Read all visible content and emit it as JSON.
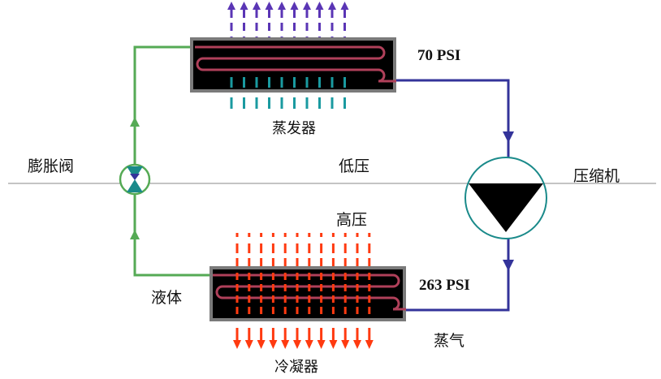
{
  "labels": {
    "expansion_valve": "膨胀阀",
    "low_pressure": "低压",
    "compressor": "压缩机",
    "high_pressure": "高压",
    "liquid": "液体",
    "vapor": "蒸气",
    "evaporator": "蒸发器",
    "condenser": "冷凝器",
    "evaporator_pressure": "70 PSI",
    "condenser_pressure": "263 PSI"
  },
  "colors": {
    "liquid_line": "#55aa55",
    "vapor_line": "#33339a",
    "evaporator_arrows": "#5a35b5",
    "condenser_arrows": "#ff3a10",
    "coil": "#b0405a",
    "coil_box": "#000000",
    "fins_evaporator": "#1a9aa0",
    "fins_condenser": "#ff3a10",
    "compressor_fill": "#000000",
    "valve_fill": "#1a8a8a"
  },
  "icons": [
    "expansion-valve-icon",
    "compressor-icon"
  ]
}
